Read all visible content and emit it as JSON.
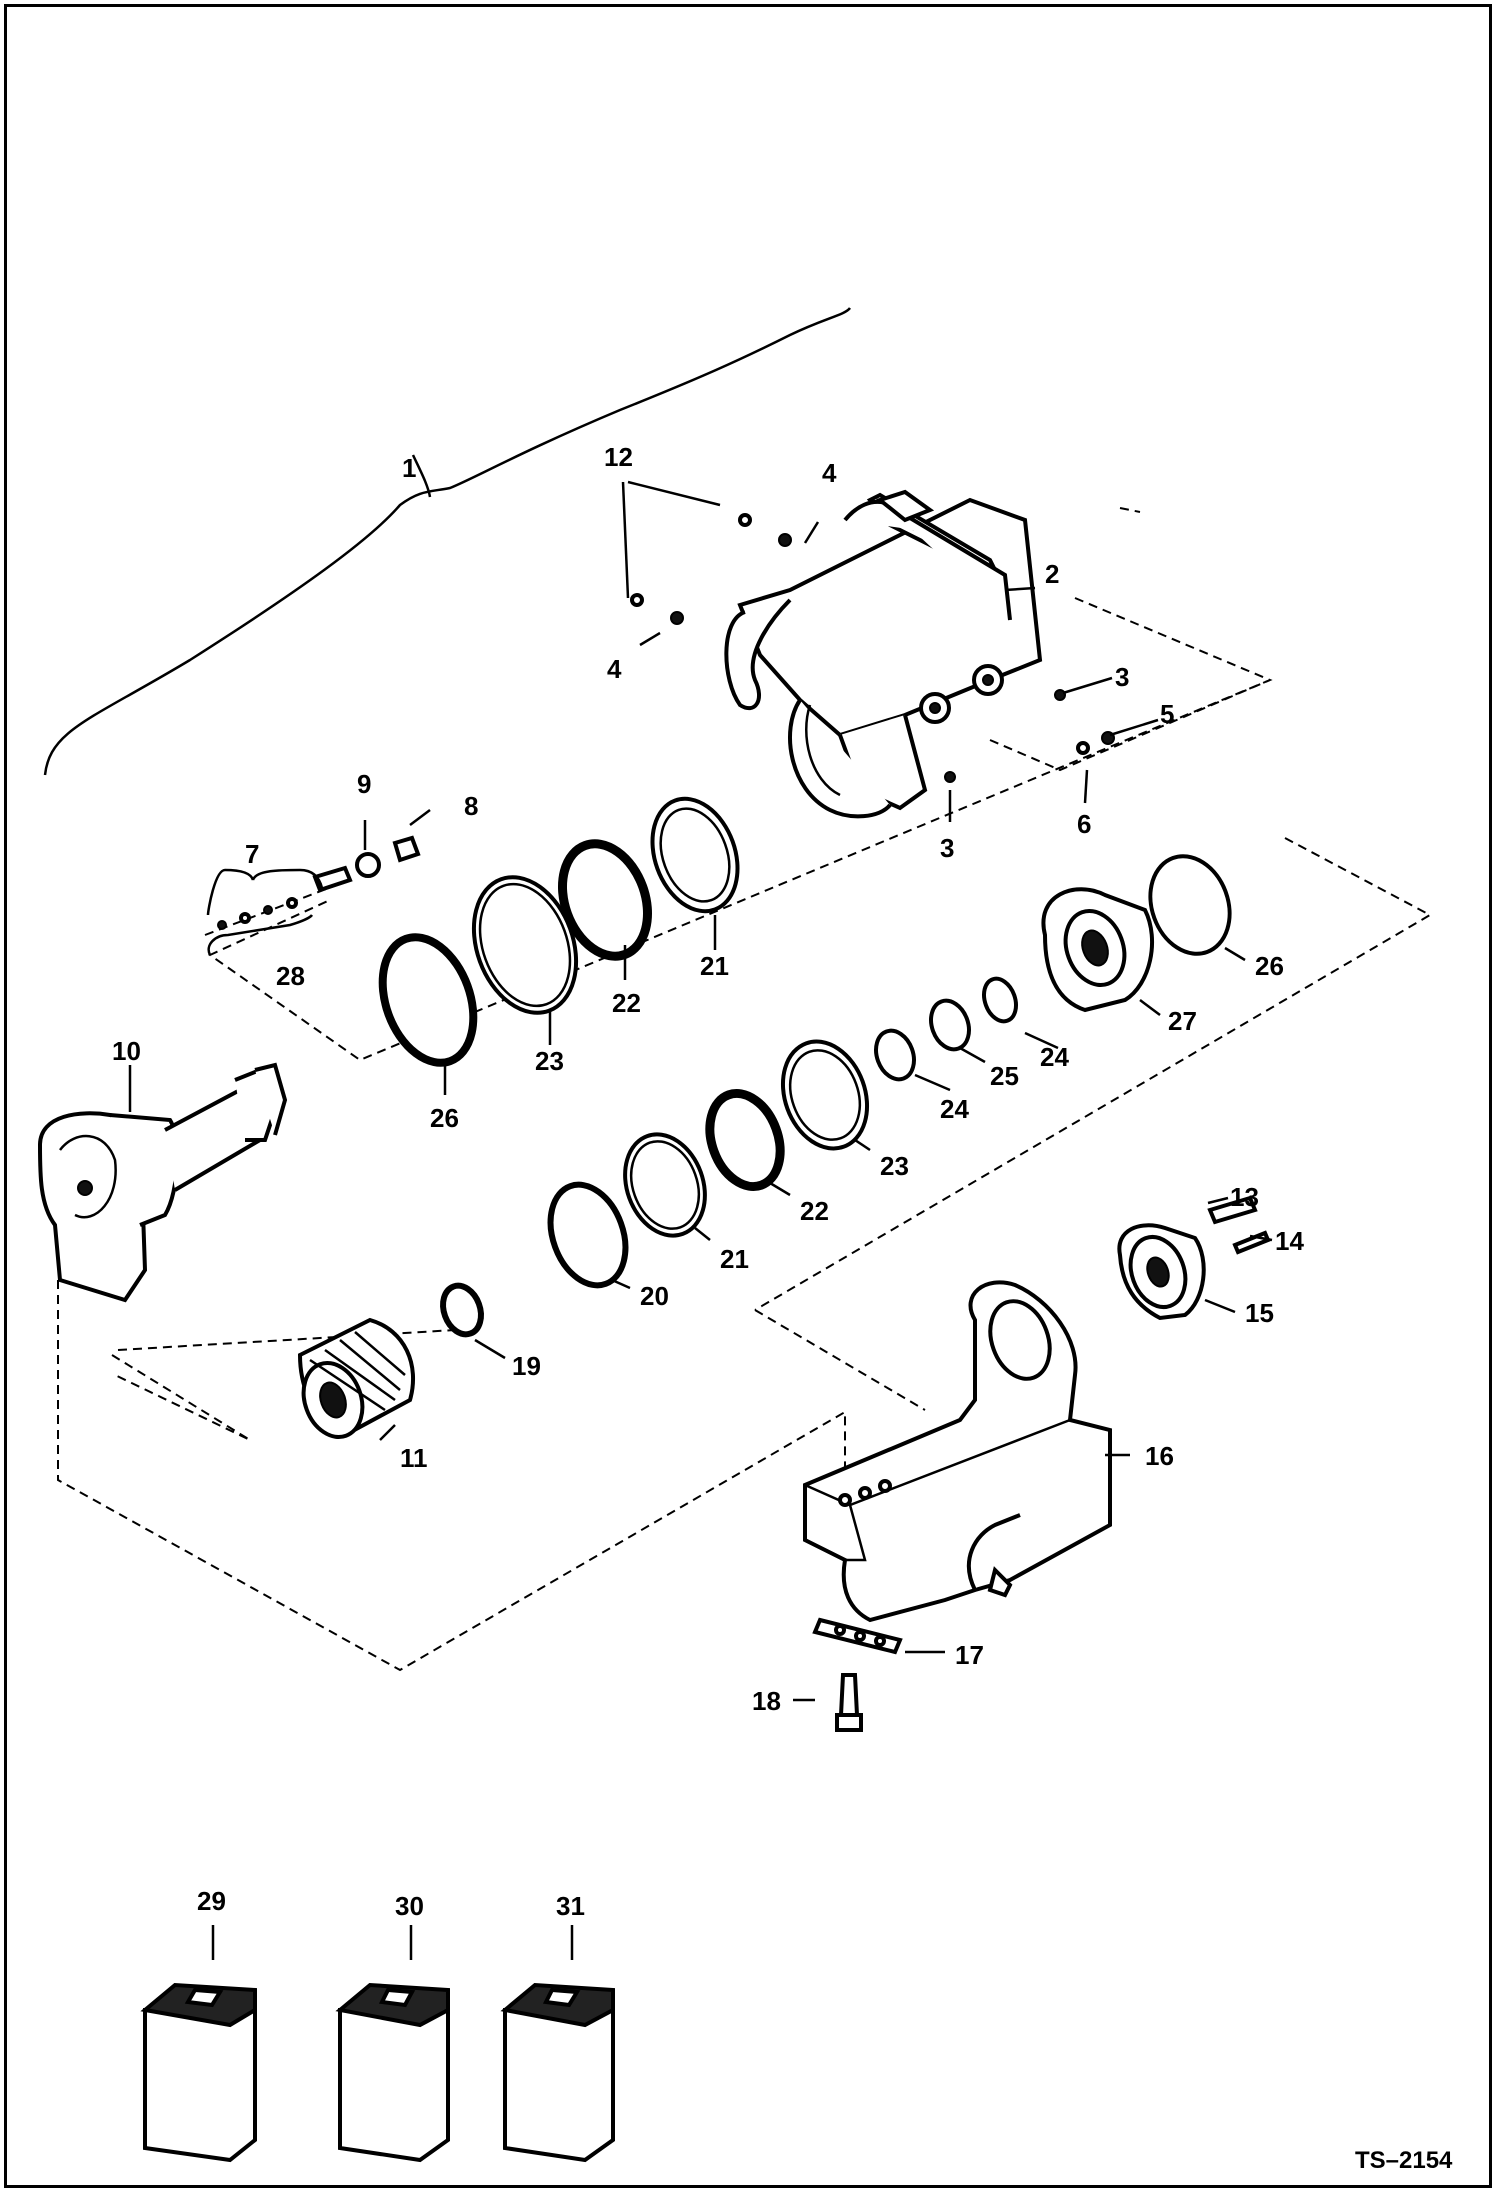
{
  "diagram": {
    "reference_code": "TS–2154",
    "callouts": [
      "1",
      "2",
      "3",
      "3",
      "4",
      "4",
      "5",
      "6",
      "7",
      "8",
      "9",
      "10",
      "11",
      "12",
      "13",
      "14",
      "15",
      "16",
      "17",
      "18",
      "19",
      "20",
      "21",
      "21",
      "22",
      "22",
      "23",
      "23",
      "24",
      "24",
      "25",
      "26",
      "26",
      "27",
      "28",
      "29",
      "30",
      "31"
    ]
  }
}
